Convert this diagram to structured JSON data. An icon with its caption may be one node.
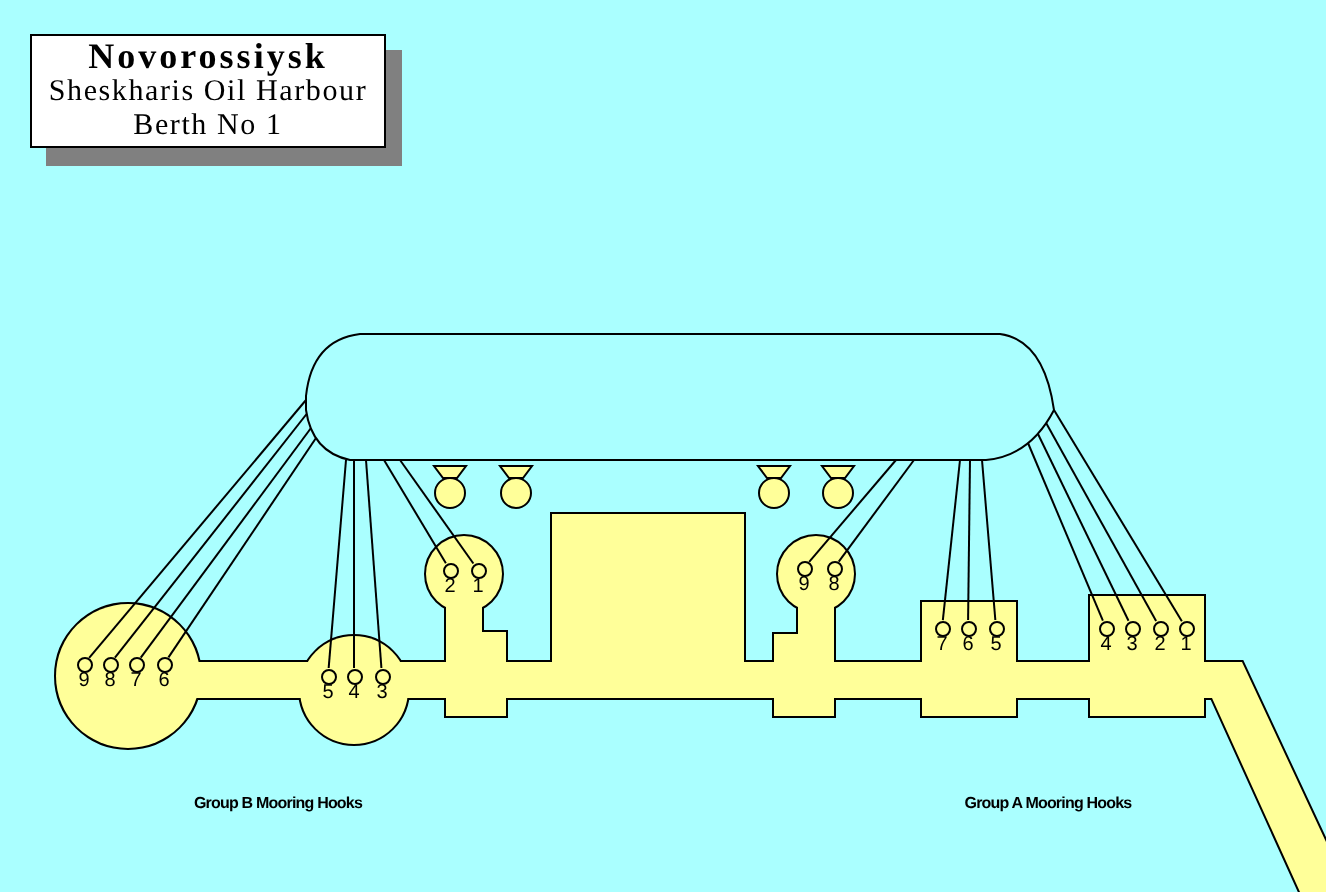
{
  "diagram": {
    "title": "Novorossiysk",
    "nodes": [
      {
        "text": [],
        "shape": "ship"
      },
      {
        "text": [],
        "shape": "circle",
        "beside": [
          "9"
        ]
      },
      {
        "text": [],
        "shape": "circle",
        "beside": [
          "8"
        ]
      },
      {
        "text": [],
        "shape": "circle",
        "beside": [
          "7"
        ]
      },
      {
        "text": [],
        "shape": "circle",
        "beside": [
          "6"
        ]
      },
      {
        "text": [],
        "shape": "circle",
        "beside": [
          "5"
        ]
      },
      {
        "text": [],
        "shape": "circle",
        "beside": [
          "4"
        ]
      },
      {
        "text": [],
        "shape": "circle",
        "beside": [
          "3"
        ]
      },
      {
        "text": [],
        "shape": "circle",
        "beside": [
          "2"
        ]
      },
      {
        "text": [],
        "shape": "circle",
        "beside": [
          "1"
        ]
      },
      {
        "text": [],
        "shape": "circle",
        "beside": [
          "9"
        ]
      },
      {
        "text": [],
        "shape": "circle",
        "beside": [
          "8"
        ]
      },
      {
        "text": [],
        "shape": "circle",
        "beside": [
          "7"
        ]
      },
      {
        "text": [],
        "shape": "circle",
        "beside": [
          "6"
        ]
      },
      {
        "text": [],
        "shape": "circle",
        "beside": [
          "5"
        ]
      },
      {
        "text": [],
        "shape": "circle",
        "beside": [
          "4"
        ]
      },
      {
        "text": [],
        "shape": "circle",
        "beside": [
          "3"
        ]
      },
      {
        "text": [],
        "shape": "circle",
        "beside": [
          "2"
        ]
      },
      {
        "text": [],
        "shape": "circle",
        "beside": [
          "1"
        ]
      }
    ],
    "edges": [
      {
        "from": 0,
        "to": 1,
        "arrow": "none"
      },
      {
        "from": 0,
        "to": 2,
        "arrow": "none"
      },
      {
        "from": 0,
        "to": 3,
        "arrow": "none"
      },
      {
        "from": 0,
        "to": 4,
        "arrow": "none"
      },
      {
        "from": 0,
        "to": 5,
        "arrow": "none"
      },
      {
        "from": 0,
        "to": 6,
        "arrow": "none"
      },
      {
        "from": 0,
        "to": 7,
        "arrow": "none"
      },
      {
        "from": 0,
        "to": 8,
        "arrow": "none"
      },
      {
        "from": 0,
        "to": 9,
        "arrow": "none"
      },
      {
        "from": 0,
        "to": 10,
        "arrow": "none"
      },
      {
        "from": 0,
        "to": 11,
        "arrow": "none"
      },
      {
        "from": 0,
        "to": 12,
        "arrow": "none"
      },
      {
        "from": 0,
        "to": 13,
        "arrow": "none"
      },
      {
        "from": 0,
        "to": 14,
        "arrow": "none"
      },
      {
        "from": 0,
        "to": 15,
        "arrow": "none"
      },
      {
        "from": 0,
        "to": 16,
        "arrow": "none"
      },
      {
        "from": 0,
        "to": 17,
        "arrow": "none"
      },
      {
        "from": 0,
        "to": 18,
        "arrow": "none"
      }
    ],
    "labels": [
      "Sheskharis Oil Harbour",
      "Berth No 1",
      "Group B Mooring Hooks",
      "Group A Mooring Hooks"
    ]
  }
}
